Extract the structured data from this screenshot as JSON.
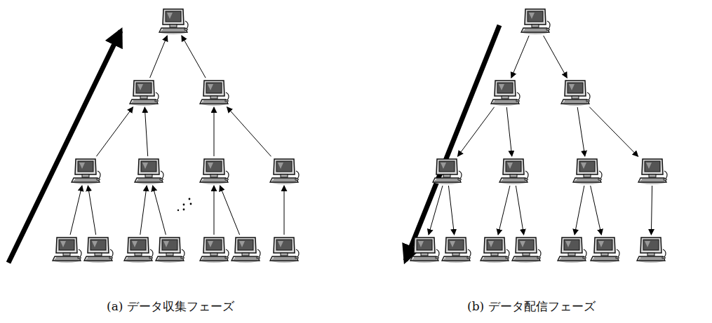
{
  "diagram": {
    "nodes": [
      {
        "text": []
      },
      {
        "text": []
      },
      {
        "text": []
      },
      {
        "text": []
      },
      {
        "text": []
      },
      {
        "text": []
      },
      {
        "text": []
      },
      {
        "text": []
      },
      {
        "text": []
      },
      {
        "text": []
      },
      {
        "text": []
      },
      {
        "text": []
      },
      {
        "text": []
      },
      {
        "text": []
      },
      {
        "text": []
      },
      {
        "text": []
      },
      {
        "text": []
      },
      {
        "text": []
      },
      {
        "text": []
      },
      {
        "text": []
      },
      {
        "text": []
      },
      {
        "text": []
      },
      {
        "text": []
      },
      {
        "text": []
      },
      {
        "text": []
      },
      {
        "text": []
      },
      {
        "text": []
      },
      {
        "text": []
      }
    ],
    "edges": [
      {
        "from": 1,
        "to": 0,
        "arrow": "to"
      },
      {
        "from": 2,
        "to": 0,
        "arrow": "to"
      },
      {
        "from": 3,
        "to": 1,
        "arrow": "to"
      },
      {
        "from": 4,
        "to": 1,
        "arrow": "to"
      },
      {
        "from": 5,
        "to": 2,
        "arrow": "to"
      },
      {
        "from": 6,
        "to": 2,
        "arrow": "to"
      },
      {
        "from": 7,
        "to": 3,
        "arrow": "to"
      },
      {
        "from": 8,
        "to": 3,
        "arrow": "to"
      },
      {
        "from": 9,
        "to": 4,
        "arrow": "to"
      },
      {
        "from": 10,
        "to": 4,
        "arrow": "to"
      },
      {
        "from": 11,
        "to": 5,
        "arrow": "to"
      },
      {
        "from": 12,
        "to": 5,
        "arrow": "to"
      },
      {
        "from": 13,
        "to": 6,
        "arrow": "to"
      },
      {
        "from": 14,
        "to": 15,
        "arrow": "to"
      },
      {
        "from": 14,
        "to": 16,
        "arrow": "to"
      },
      {
        "from": 15,
        "to": 17,
        "arrow": "to"
      },
      {
        "from": 15,
        "to": 18,
        "arrow": "to"
      },
      {
        "from": 16,
        "to": 19,
        "arrow": "to"
      },
      {
        "from": 16,
        "to": 20,
        "arrow": "to"
      },
      {
        "from": 17,
        "to": 21,
        "arrow": "to"
      },
      {
        "from": 17,
        "to": 22,
        "arrow": "to"
      },
      {
        "from": 18,
        "to": 23,
        "arrow": "to"
      },
      {
        "from": 18,
        "to": 24,
        "arrow": "to"
      },
      {
        "from": 19,
        "to": 25,
        "arrow": "to"
      },
      {
        "from": 19,
        "to": 26,
        "arrow": "to"
      },
      {
        "from": 20,
        "to": 27,
        "arrow": "to"
      }
    ],
    "labels": [
      "(a) データ収集フェーズ",
      "(b) データ配信フェーズ"
    ]
  }
}
